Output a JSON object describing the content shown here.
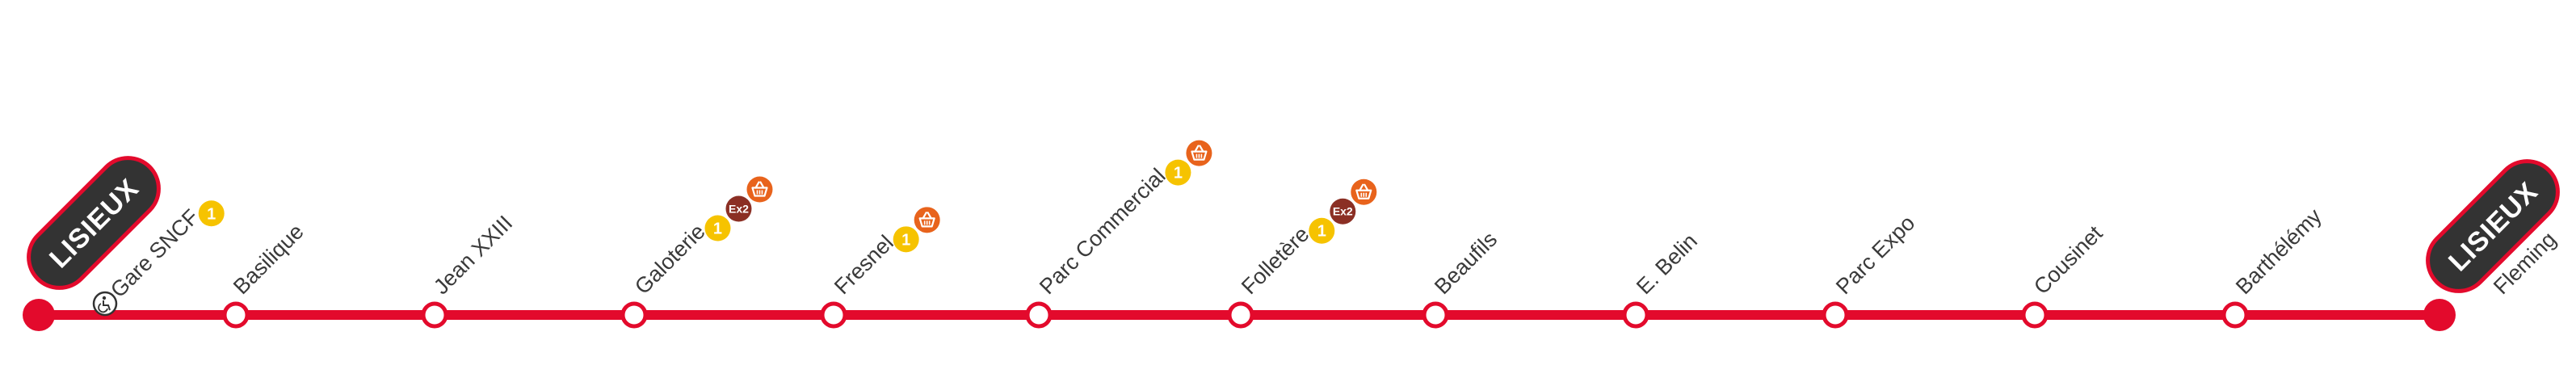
{
  "colors": {
    "line": "#e30a2c",
    "terminus_fill": "#333333",
    "terminus_border": "#e30a2c",
    "badge_1": "#f6c300",
    "badge_ex2": "#8b2f24",
    "badge_shop": "#e8631c",
    "label": "#3a3a3a"
  },
  "termini": {
    "start": "LISIEUX",
    "end": "LISIEUX"
  },
  "stops": [
    {
      "name": "Gare SNCF",
      "kind": "terminus",
      "accessible": true,
      "badges": [
        "1"
      ]
    },
    {
      "name": "Basilique",
      "kind": "stop",
      "accessible": false,
      "badges": []
    },
    {
      "name": "Jean XXIII",
      "kind": "stop",
      "accessible": false,
      "badges": []
    },
    {
      "name": "Galoterie",
      "kind": "stop",
      "accessible": false,
      "badges": [
        "1",
        "Ex2",
        "shop"
      ]
    },
    {
      "name": "Fresnel",
      "kind": "stop",
      "accessible": false,
      "badges": [
        "1",
        "shop"
      ]
    },
    {
      "name": "Parc Commercial",
      "kind": "stop",
      "accessible": false,
      "badges": [
        "1",
        "shop"
      ]
    },
    {
      "name": "Folletère",
      "kind": "stop",
      "accessible": false,
      "badges": [
        "1",
        "Ex2",
        "shop"
      ]
    },
    {
      "name": "Beaufils",
      "kind": "stop",
      "accessible": false,
      "badges": []
    },
    {
      "name": "E. Belin",
      "kind": "stop",
      "accessible": false,
      "badges": []
    },
    {
      "name": "Parc Expo",
      "kind": "stop",
      "accessible": false,
      "badges": []
    },
    {
      "name": "Cousinet",
      "kind": "stop",
      "accessible": false,
      "badges": []
    },
    {
      "name": "Barthélémy",
      "kind": "stop",
      "accessible": false,
      "badges": []
    },
    {
      "name": "Fleming",
      "kind": "terminus",
      "accessible": false,
      "badges": []
    }
  ],
  "icons": {
    "accessible": "wheelchair-icon",
    "shop": "shopping-basket-icon"
  }
}
